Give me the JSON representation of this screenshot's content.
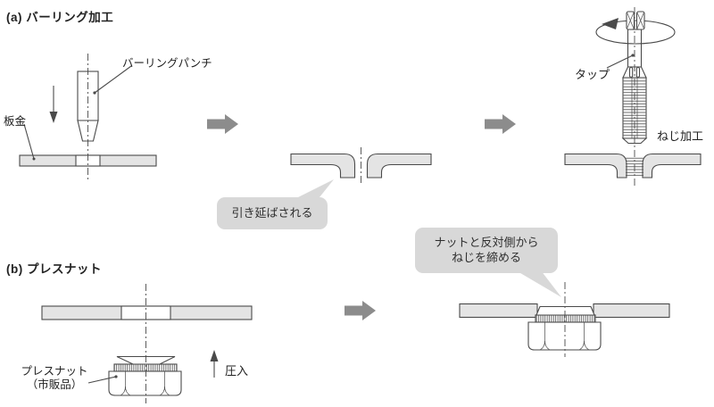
{
  "colors": {
    "background": "#ffffff",
    "line": "#4a4a4a",
    "sheet": "#e4e4e4",
    "arrow": "#8c8c8c",
    "callout": "#d8d8d8",
    "text": "#222222"
  },
  "section_a": {
    "title": "(a) バーリング加工",
    "label_punch": "バーリングパンチ",
    "label_sheet_metal": "板金",
    "callout_stretch": "引き延ばされる",
    "label_tap": "タップ",
    "label_threading": "ねじ加工"
  },
  "section_b": {
    "title": "(b) プレスナット",
    "label_nut_line1": "プレスナット",
    "label_nut_line2": "（市販品）",
    "label_press_fit": "圧入",
    "callout_line1": "ナットと反対側から",
    "callout_line2": "ねじを締める"
  }
}
